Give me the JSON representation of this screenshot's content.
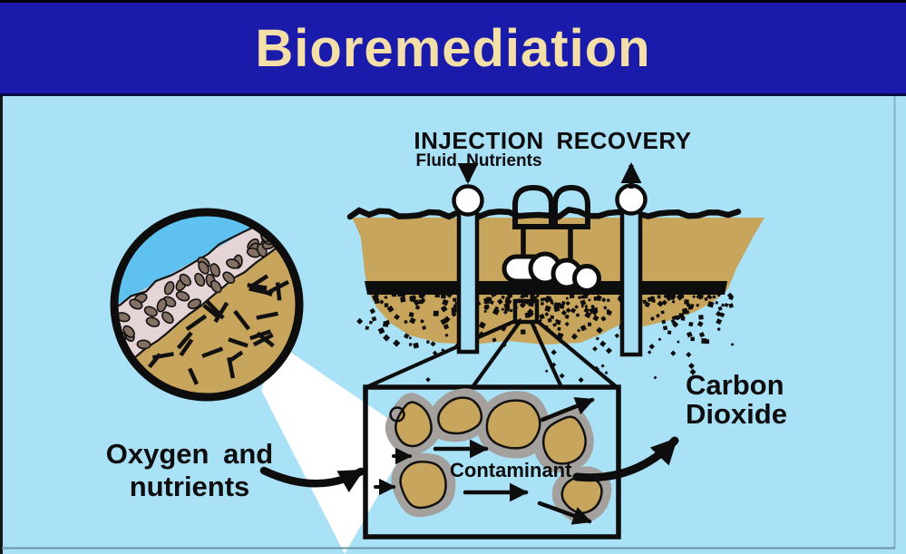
{
  "header": {
    "title": "Bioremediation"
  },
  "diagram": {
    "injection_label": "INJECTION",
    "injection_sub_label": "Fluid Nutrients",
    "recovery_label": "RECOVERY",
    "contaminant_label": "Contaminant",
    "oxygen_label_line1": "Oxygen and",
    "oxygen_label_line2": "nutrients",
    "co2_label_line1": "Carbon",
    "co2_label_line2": "Dioxide"
  },
  "colors": {
    "header_bg": "#1b1bab",
    "header_text": "#f5dfa8",
    "canvas_bg": "#a9e1f7",
    "soil": "#c8a55c",
    "ink": "#0d0d0d",
    "halo_gray": "#a3a09d",
    "inset_sky": "#5ec1f0",
    "inset_sediment": "#e4d4d6",
    "microbe_brown": "#857064",
    "well_blue": "#a5ddf3",
    "beam_white": "#ffffff",
    "border_dark": "#30303a"
  }
}
